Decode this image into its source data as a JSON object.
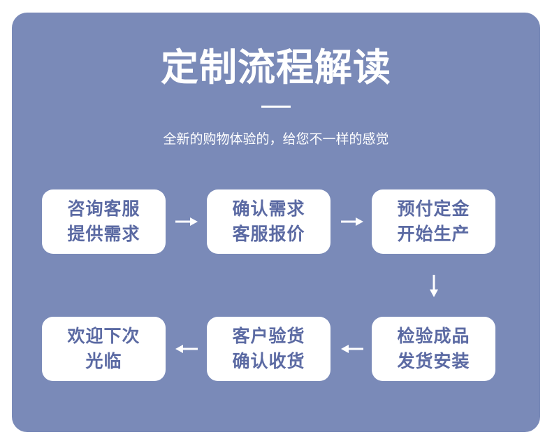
{
  "header": {
    "title": "定制流程解读",
    "subtitle": "全新的购物体验的，给您不一样的感觉"
  },
  "steps": [
    {
      "line1": "咨询客服",
      "line2": "提供需求"
    },
    {
      "line1": "确认需求",
      "line2": "客服报价"
    },
    {
      "line1": "预付定金",
      "line2": "开始生产"
    },
    {
      "line1": "检验成品",
      "line2": "发货安装"
    },
    {
      "line1": "客户验货",
      "line2": "确认收货"
    },
    {
      "line1": "欢迎下次",
      "line2": "光临"
    }
  ],
  "colors": {
    "panel": "#7a8ab8",
    "card": "#ffffff",
    "card_text": "#5b6aa3",
    "arrow": "#ffffff"
  }
}
